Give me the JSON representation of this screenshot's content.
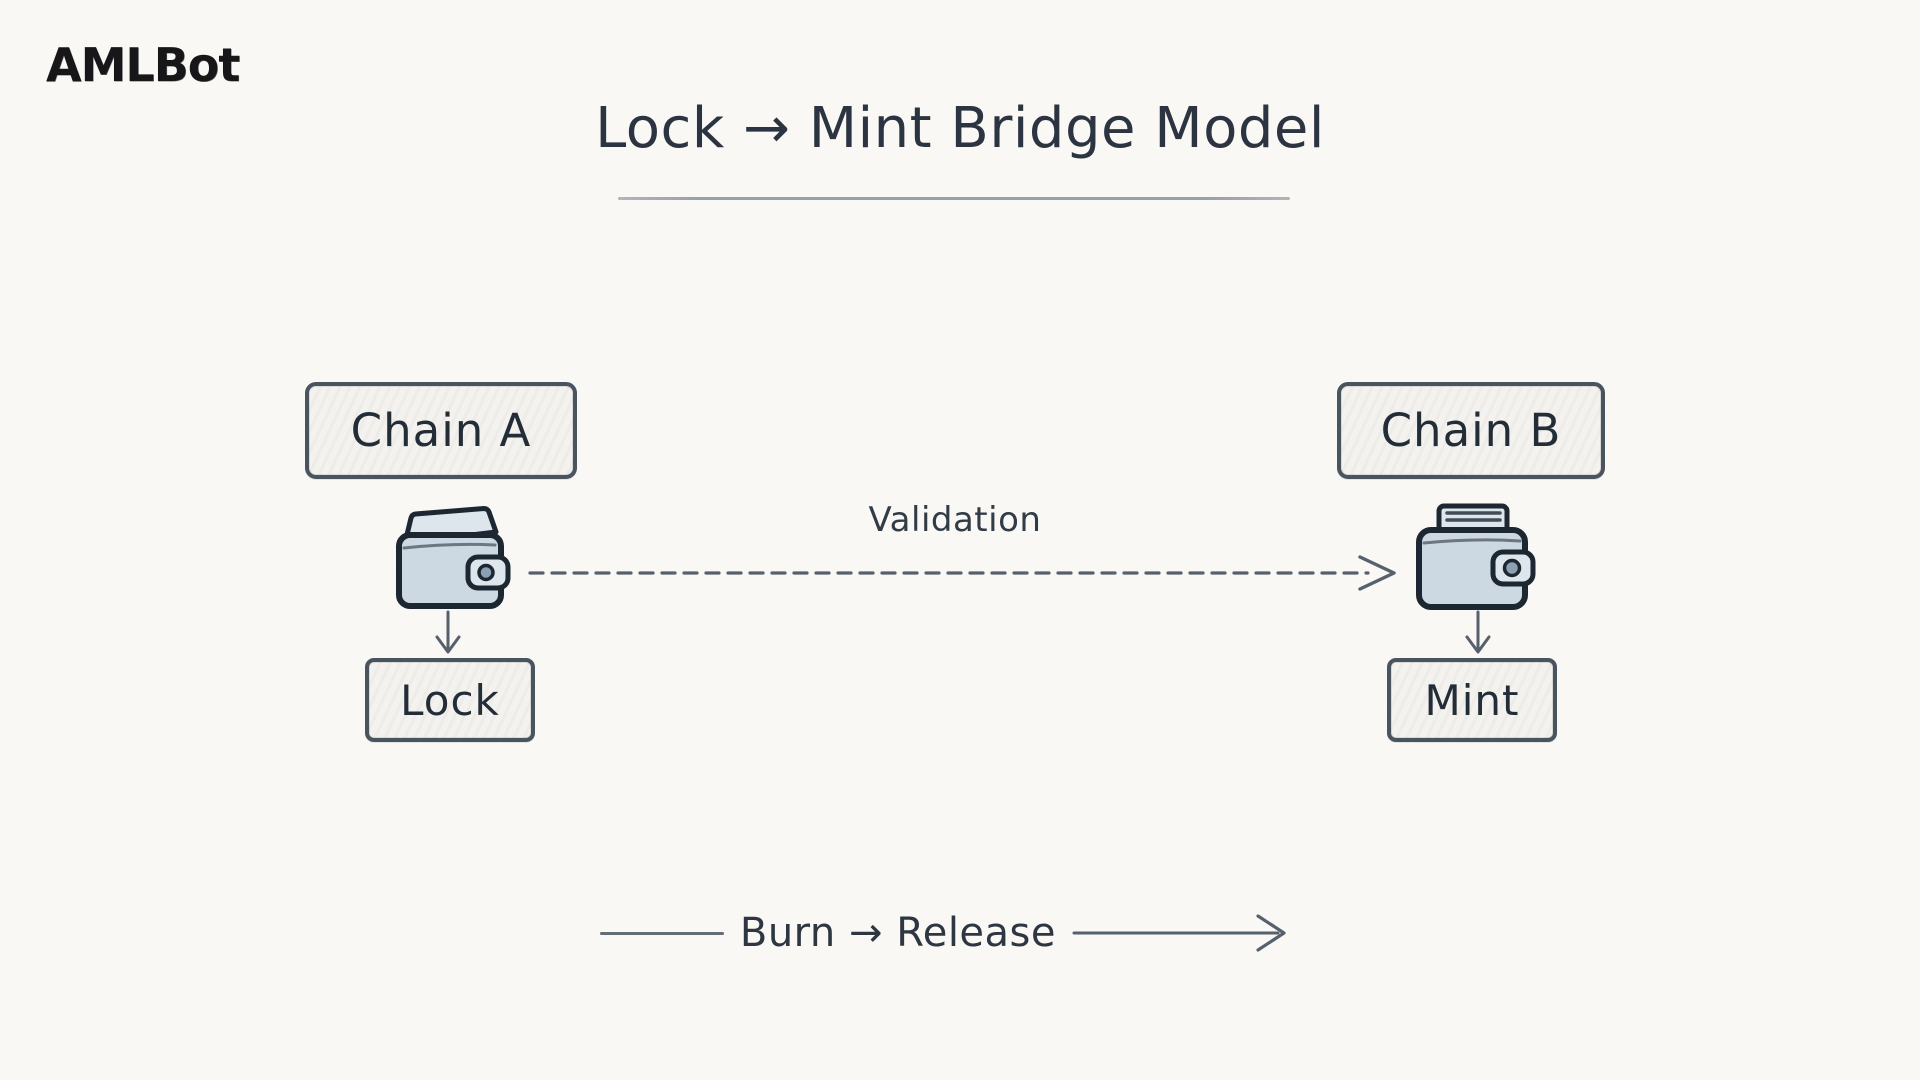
{
  "page": {
    "kind": "hand-drawn crypto bridge diagram"
  },
  "logo": {
    "text": "AMLBot"
  },
  "title": {
    "text": "Lock → Mint Bridge Model"
  },
  "nodes": {
    "chain_a": {
      "label": "Chain A"
    },
    "chain_b": {
      "label": "Chain B"
    },
    "lock": {
      "label": "Lock"
    },
    "mint": {
      "label": "Mint"
    }
  },
  "labels": {
    "validation": {
      "text": "Validation"
    },
    "burn_release": {
      "text": "Burn → Release"
    }
  },
  "icons": {
    "left": "wallet-icon",
    "right": "wallet-icon",
    "flow_top": "dashed-arrow-right-icon",
    "down_left": "arrow-down-icon",
    "down_right": "arrow-down-icon",
    "flow_bottom": "arrow-right-icon"
  },
  "colors": {
    "background": "#f9f8f5",
    "ink": "#2b3440",
    "box_border": "#49545f",
    "box_fill": "#f4f2ee",
    "arrow_gray": "#57616b",
    "wallet_fill": "#ccd9e2",
    "wallet_flap": "#dde6ec",
    "wallet_outline": "#1d2731",
    "wallet_button": "#8ba1b1",
    "underline": "#9aa0a7",
    "logo_ink": "#17171a"
  }
}
